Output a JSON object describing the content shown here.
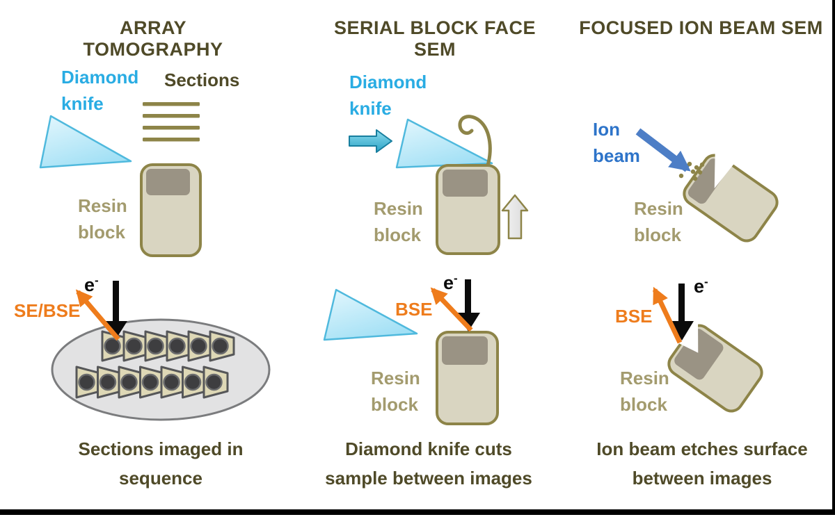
{
  "columns": [
    {
      "title": "ARRAY TOMOGRAPHY",
      "knife_label": "Diamond knife",
      "sections_label": "Sections",
      "resin_label": "Resin block",
      "signal_label": "SE/BSE",
      "caption_lines": [
        "Sections imaged in",
        "sequence"
      ]
    },
    {
      "title": "SERIAL BLOCK FACE SEM",
      "knife_label": "Diamond knife",
      "resin_label_top": "Resin block",
      "resin_label_bottom": "Resin block",
      "signal_label": "BSE",
      "caption_lines": [
        "Diamond knife cuts",
        "sample between images"
      ]
    },
    {
      "title": "FOCUSED ION BEAM SEM",
      "beam_label": "Ion beam",
      "resin_label_top": "Resin block",
      "resin_label_bottom": "Resin block",
      "signal_label": "BSE",
      "caption_lines": [
        "Ion beam etches surface",
        "between images"
      ]
    }
  ],
  "electron_label": {
    "base": "e",
    "sup": "-"
  },
  "array_sections": {
    "row_counts": [
      6,
      7
    ]
  },
  "colors": {
    "heading_text": "#4f4a28",
    "knife_text_cyan": "#29ace3",
    "resin_label_olive": "#a39b6e",
    "olive_shapes": "#8d8448",
    "resin_fill": "#d9d5c1",
    "block_face_gray": "#9a9384",
    "signal_orange": "#ee7c1c",
    "ion_beam_blue": "#4d7ec6",
    "knife_fill": "#bce8f8",
    "ellipse_fill": "#e2e2e3",
    "section_fill": "#ded8b6",
    "electron_black": "#0b0b0b"
  }
}
